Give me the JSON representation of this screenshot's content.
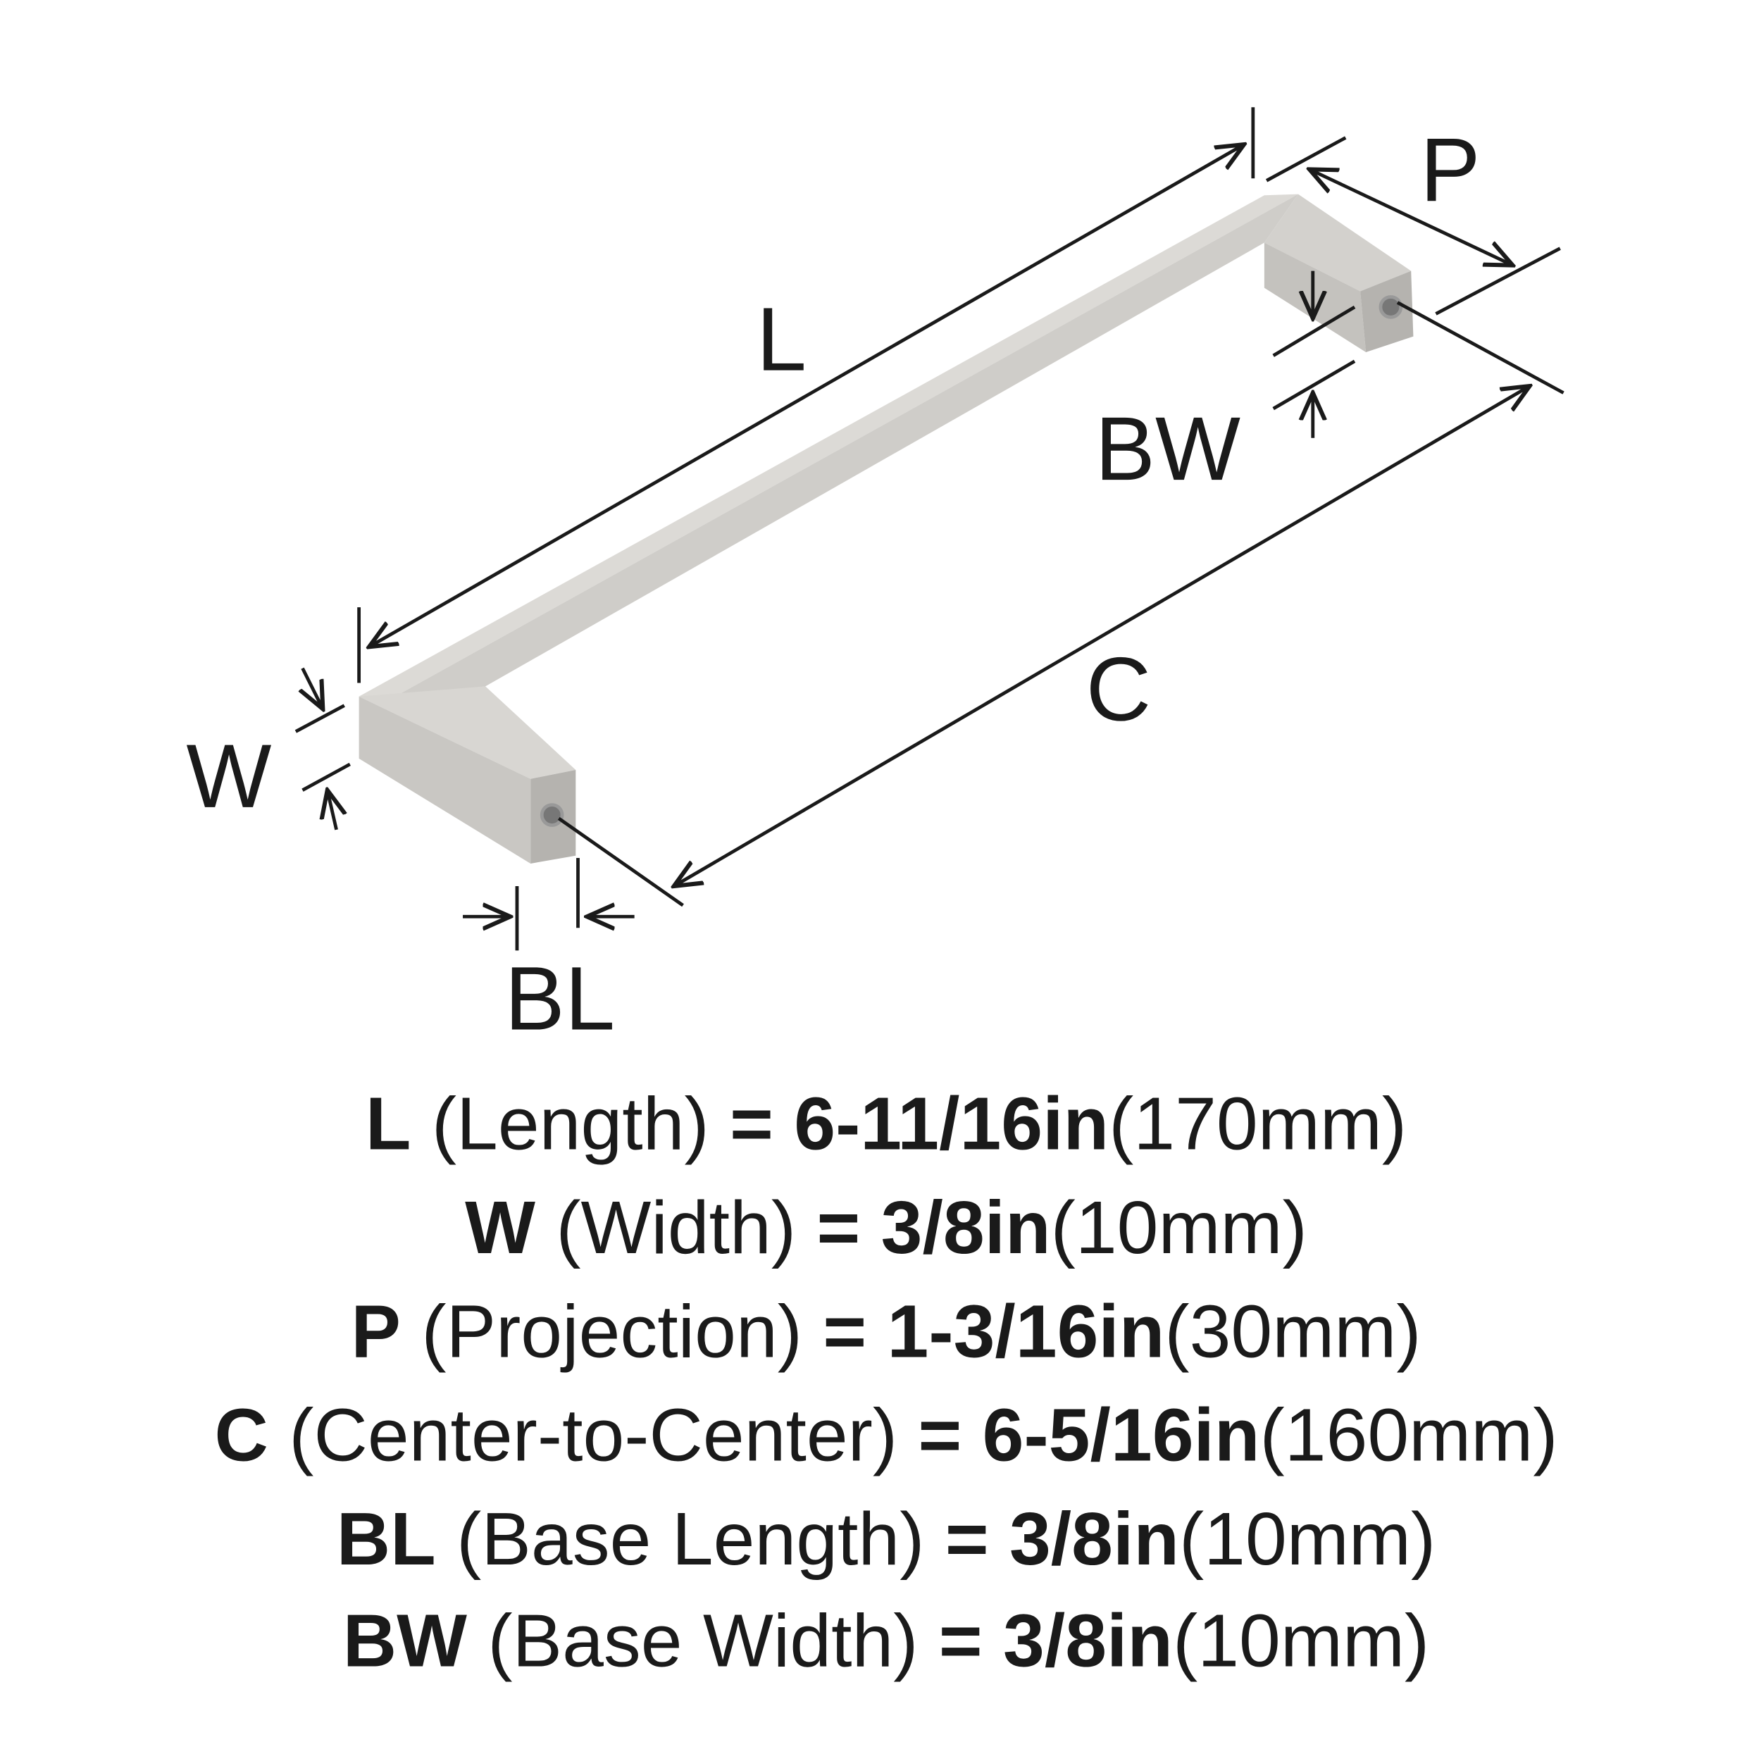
{
  "labels": {
    "L": "L",
    "P": "P",
    "BW": "BW",
    "C": "C",
    "W": "W",
    "BL": "BL"
  },
  "specs": [
    {
      "key": "L",
      "name": "(Length)",
      "eq": "=",
      "inch": "6-11/16in",
      "mm": "(170mm)"
    },
    {
      "key": "W",
      "name": "(Width)",
      "eq": "=",
      "inch": "3/8in",
      "mm": "(10mm)"
    },
    {
      "key": "P",
      "name": "(Projection)",
      "eq": "=",
      "inch": "1-3/16in",
      "mm": "(30mm)"
    },
    {
      "key": "C",
      "name": "(Center-to-Center)",
      "eq": "=",
      "inch": "6-5/16in",
      "mm": "(160mm)"
    },
    {
      "key": "BL",
      "name": "(Base Length)",
      "eq": "=",
      "inch": "3/8in",
      "mm": "(10mm)"
    },
    {
      "key": "BW",
      "name": "(Base Width)",
      "eq": "=",
      "inch": "3/8in",
      "mm": "(10mm)"
    }
  ],
  "colors": {
    "metal_light": "#dcdad6",
    "metal_mid": "#c9c7c3",
    "metal_dark": "#b5b3af",
    "ink": "#1a1a1a"
  }
}
